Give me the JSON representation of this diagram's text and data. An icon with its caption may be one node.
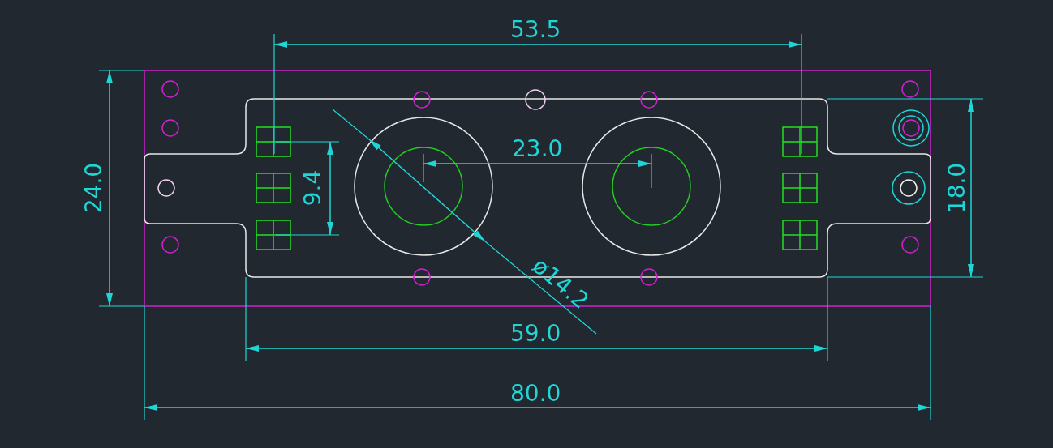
{
  "diagram": {
    "labels": [
      "53.5",
      "23.0",
      "24.0",
      "9.4",
      "18.0",
      "ø14.2",
      "59.0",
      "80.0"
    ]
  }
}
